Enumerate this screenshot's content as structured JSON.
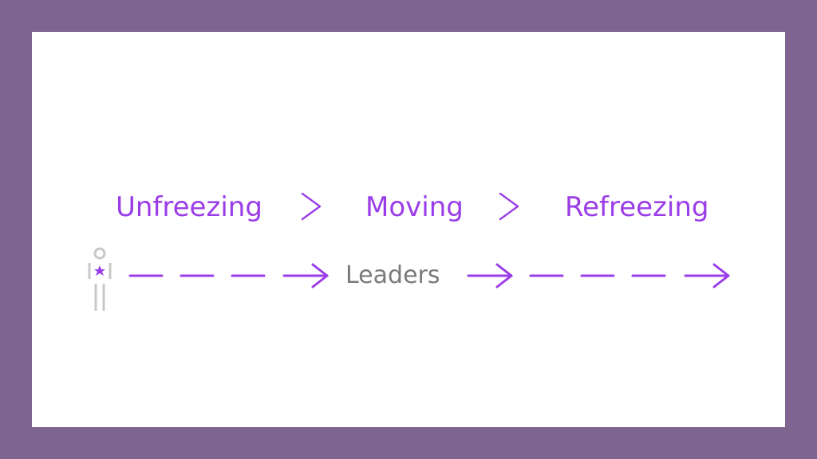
{
  "stages": [
    {
      "label": "Unfreezing"
    },
    {
      "label": "Moving"
    },
    {
      "label": "Refreezing"
    }
  ],
  "flow": {
    "label": "Leaders"
  },
  "colors": {
    "background": "#7d6590",
    "panel": "#ffffff",
    "accent": "#9a3de8",
    "text_gray": "#7a7a7a",
    "icon_gray": "#c8c8c8"
  },
  "icons": {
    "person": "person-star-icon",
    "chevron": "chevron-right-icon",
    "arrow": "arrow-right-icon"
  }
}
